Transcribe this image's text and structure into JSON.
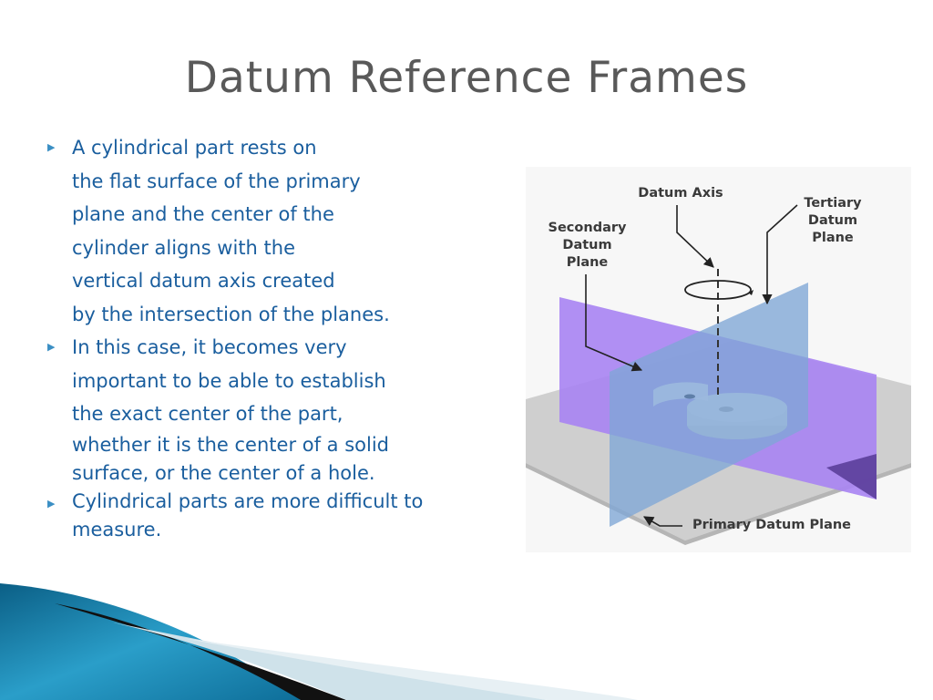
{
  "slide": {
    "title": "Datum Reference Frames",
    "bullets": [
      {
        "lines": [
          "A cylindrical part rests on",
          "the flat surface of the primary",
          "plane and the center of the",
          "cylinder aligns with the",
          "vertical datum axis created",
          "by the intersection of the planes."
        ]
      },
      {
        "lines": [
          "In this case, it becomes very",
          "important to be able to establish",
          "the exact center of the part,",
          "whether it is the center of a solid",
          "surface, or the center of a hole."
        ]
      },
      {
        "lines": [
          "Cylindrical parts are more difficult to",
          "measure."
        ]
      }
    ]
  },
  "figure": {
    "labels": {
      "datum_axis": "Datum Axis",
      "tertiary": [
        "Tertiary",
        "Datum",
        "Plane"
      ],
      "secondary": [
        "Secondary",
        "Datum",
        "Plane"
      ],
      "primary": "Primary Datum Plane"
    },
    "colors": {
      "purple_plane": "#a985f2",
      "blue_plane": "#7fa6d6",
      "gray_plane": "#cfcfcf"
    }
  },
  "theme": {
    "title_color": "#595959",
    "text_color": "#1a5e9e",
    "accent": "#1d8ab5"
  }
}
